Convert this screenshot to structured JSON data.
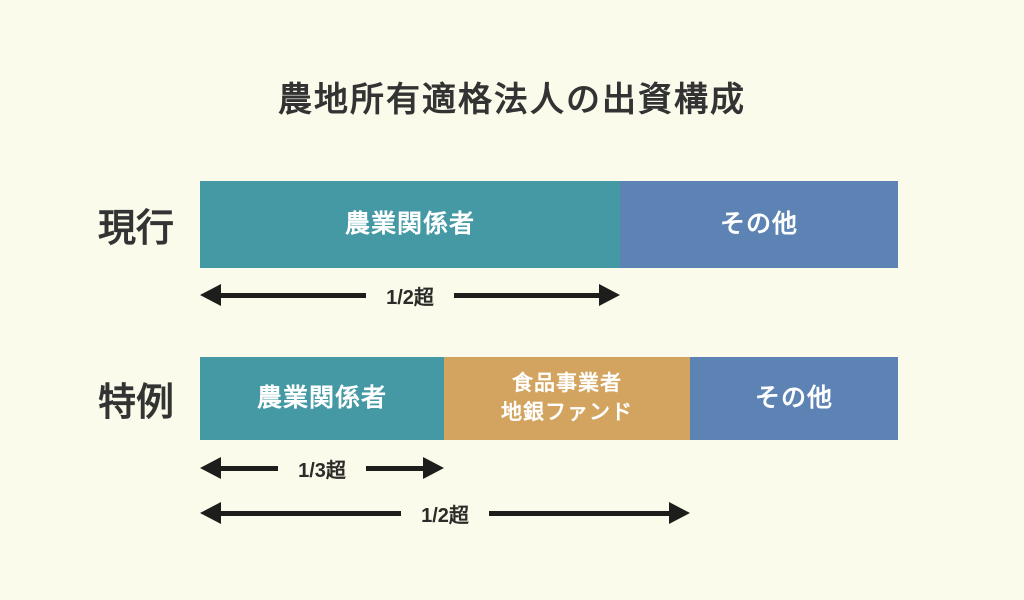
{
  "title": "農地所有適格法人の出資構成",
  "colors": {
    "background": "#fbfbeb",
    "agriculture": "#4599a4",
    "food_fund": "#d2a45f",
    "others": "#5c83b4",
    "text_dark": "#333333",
    "arrow": "#1d1d1b",
    "bar_text": "#ffffff"
  },
  "rows": [
    {
      "label": "現行",
      "segments": [
        {
          "name": "agriculture",
          "label": "農業関係者"
        },
        {
          "name": "others",
          "label": "その他"
        }
      ],
      "arrows": [
        {
          "label": "1/2超",
          "covers": "農業関係者"
        }
      ]
    },
    {
      "label": "特例",
      "segments": [
        {
          "name": "agriculture",
          "label": "農業関係者"
        },
        {
          "name": "food_fund",
          "label_line1": "食品事業者",
          "label_line2": "地銀ファンド"
        },
        {
          "name": "others",
          "label": "その他"
        }
      ],
      "arrows": [
        {
          "label": "1/3超",
          "covers": "農業関係者"
        },
        {
          "label": "1/2超",
          "covers": "農業関係者 + 食品事業者・地銀ファンド"
        }
      ]
    }
  ]
}
